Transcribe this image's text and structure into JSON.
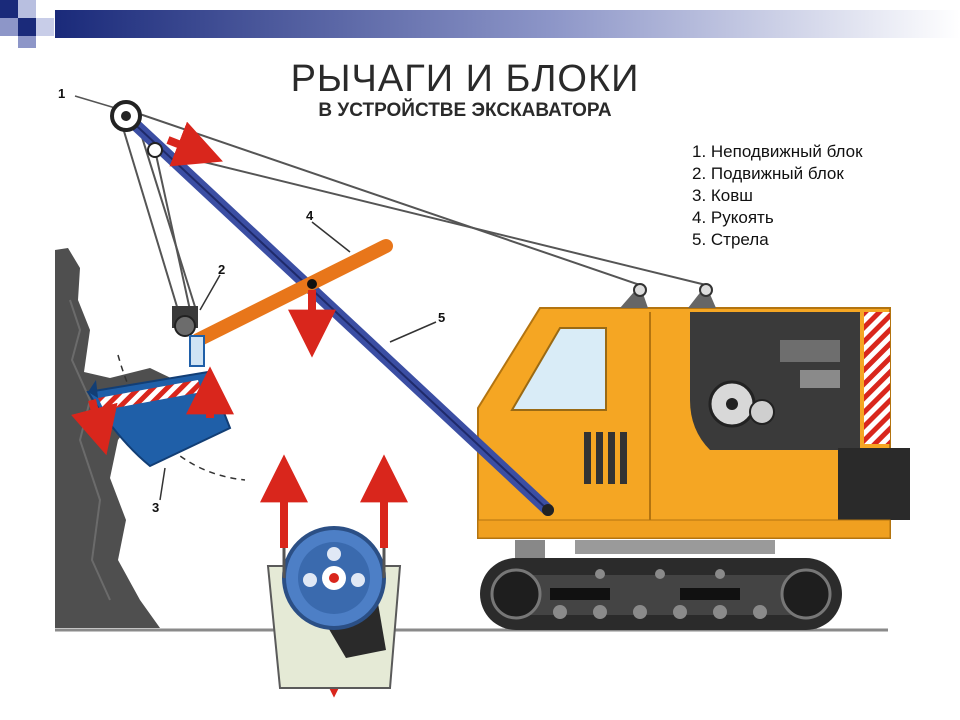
{
  "title": "РЫЧАГИ И БЛОКИ",
  "subtitle": "В УСТРОЙСТВЕ ЭКСКАВАТОРА",
  "legend": [
    "1. Неподвижный блок",
    "2. Подвижный блок",
    "3. Ковш",
    "4. Рукоять",
    "5. Стрела"
  ],
  "callouts": {
    "fixed_pulley": "1",
    "movable_pulley": "2",
    "bucket": "3",
    "handle": "4",
    "boom": "5"
  },
  "colors": {
    "body": "#f5a623",
    "boom": "#3b4ea3",
    "handle": "#e8761a",
    "bucket": "#1f5fa8",
    "arrow": "#d9261c",
    "track": "#2b2b2b",
    "rock": "#4f4f4f",
    "header_accent": "#1a2a7a"
  }
}
